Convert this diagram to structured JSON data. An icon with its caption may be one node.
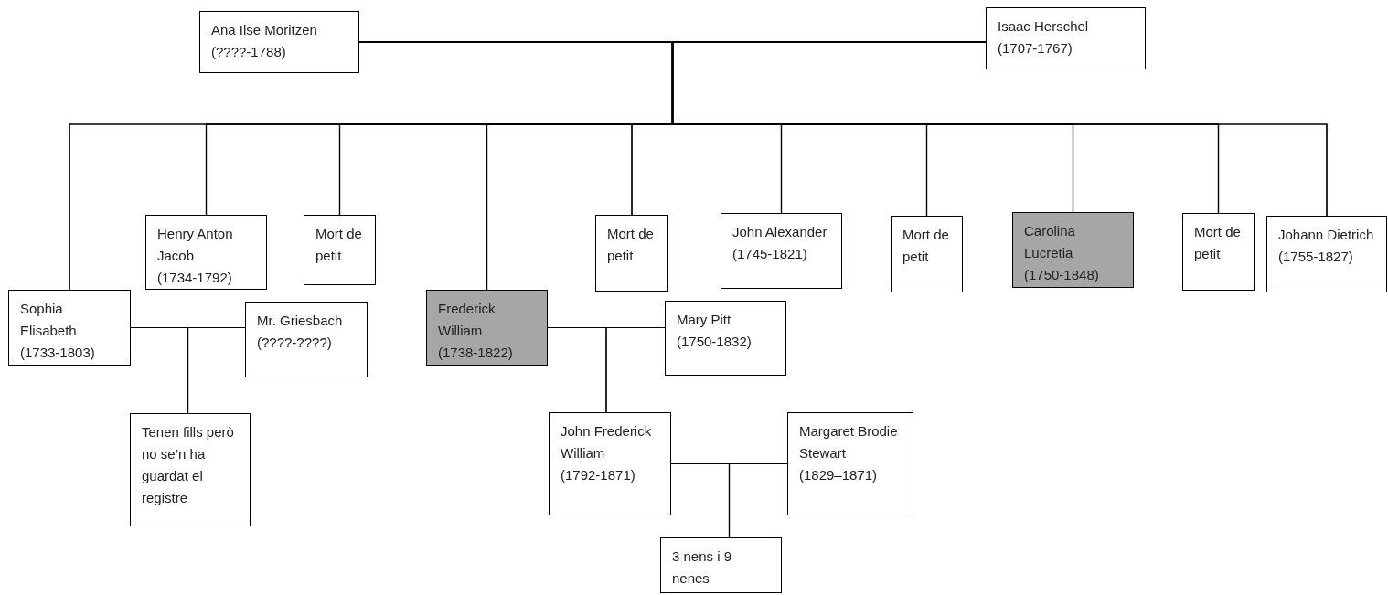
{
  "diagram": {
    "nodes": [
      {
        "text": [
          "Ana Ilse Moritzen",
          "(????-1788)"
        ]
      },
      {
        "text": [
          "Isaac Herschel",
          "(1707-1767)"
        ]
      },
      {
        "text": [
          "Sophia Elisabeth",
          "(1733-1803)"
        ]
      },
      {
        "text": [
          "Henry Anton Jacob",
          "(1734-1792)"
        ]
      },
      {
        "text": [
          "Mort de petit"
        ]
      },
      {
        "text": [
          "Frederick William",
          "(1738-1822)"
        ]
      },
      {
        "text": [
          "Mort de petit"
        ]
      },
      {
        "text": [
          "John Alexander",
          "(1745-1821)"
        ]
      },
      {
        "text": [
          "Mort de petit"
        ]
      },
      {
        "text": [
          "Carolina Lucretia",
          "(1750-1848)"
        ]
      },
      {
        "text": [
          "Mort de petit"
        ]
      },
      {
        "text": [
          "Johann Dietrich",
          "(1755-1827)"
        ]
      },
      {
        "text": [
          "Mr. Griesbach",
          "(????-????)"
        ]
      },
      {
        "text": [
          "Tenen fills però no se’n ha guardat el registre"
        ]
      },
      {
        "text": [
          "Mary Pitt",
          "(1750-1832)"
        ]
      },
      {
        "text": [
          "John Frederick William",
          "(1792-1871)"
        ]
      },
      {
        "text": [
          "Margaret Brodie Stewart",
          "(1829–1871)"
        ]
      },
      {
        "text": [
          "3 nens i 9 nenes"
        ]
      }
    ],
    "edges": [
      {
        "from": 0,
        "to": 1,
        "arrow": "none"
      },
      {
        "from": 0,
        "to": 2,
        "arrow": "none"
      },
      {
        "from": 1,
        "to": 2,
        "arrow": "none"
      },
      {
        "from": 0,
        "to": 3,
        "arrow": "none"
      },
      {
        "from": 1,
        "to": 3,
        "arrow": "none"
      },
      {
        "from": 0,
        "to": 4,
        "arrow": "none"
      },
      {
        "from": 1,
        "to": 4,
        "arrow": "none"
      },
      {
        "from": 0,
        "to": 5,
        "arrow": "none"
      },
      {
        "from": 1,
        "to": 5,
        "arrow": "none"
      },
      {
        "from": 0,
        "to": 6,
        "arrow": "none"
      },
      {
        "from": 1,
        "to": 6,
        "arrow": "none"
      },
      {
        "from": 0,
        "to": 7,
        "arrow": "none"
      },
      {
        "from": 1,
        "to": 7,
        "arrow": "none"
      },
      {
        "from": 0,
        "to": 8,
        "arrow": "none"
      },
      {
        "from": 1,
        "to": 8,
        "arrow": "none"
      },
      {
        "from": 0,
        "to": 9,
        "arrow": "none"
      },
      {
        "from": 1,
        "to": 9,
        "arrow": "none"
      },
      {
        "from": 0,
        "to": 10,
        "arrow": "none"
      },
      {
        "from": 1,
        "to": 10,
        "arrow": "none"
      },
      {
        "from": 0,
        "to": 11,
        "arrow": "none"
      },
      {
        "from": 1,
        "to": 11,
        "arrow": "none"
      },
      {
        "from": 2,
        "to": 12,
        "arrow": "none"
      },
      {
        "from": 2,
        "to": 13,
        "arrow": "none"
      },
      {
        "from": 12,
        "to": 13,
        "arrow": "none"
      },
      {
        "from": 5,
        "to": 14,
        "arrow": "none"
      },
      {
        "from": 5,
        "to": 15,
        "arrow": "none"
      },
      {
        "from": 14,
        "to": 15,
        "arrow": "none"
      },
      {
        "from": 15,
        "to": 16,
        "arrow": "none"
      },
      {
        "from": 15,
        "to": 17,
        "arrow": "none"
      },
      {
        "from": 16,
        "to": 17,
        "arrow": "none"
      }
    ]
  }
}
